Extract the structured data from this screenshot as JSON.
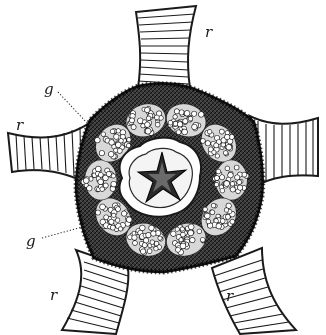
{
  "figure": {
    "labels": {
      "r_top": "r",
      "r_left": "r",
      "r_bottom_left": "r",
      "r_bottom_right": "r",
      "g_upper": "g",
      "g_lower": "g"
    },
    "colors": {
      "ink": "#1a1a1a",
      "background": "#ffffff",
      "body_fill": "#3a3a3a"
    },
    "counts": {
      "arms": 5,
      "cell_clusters": 10
    }
  }
}
